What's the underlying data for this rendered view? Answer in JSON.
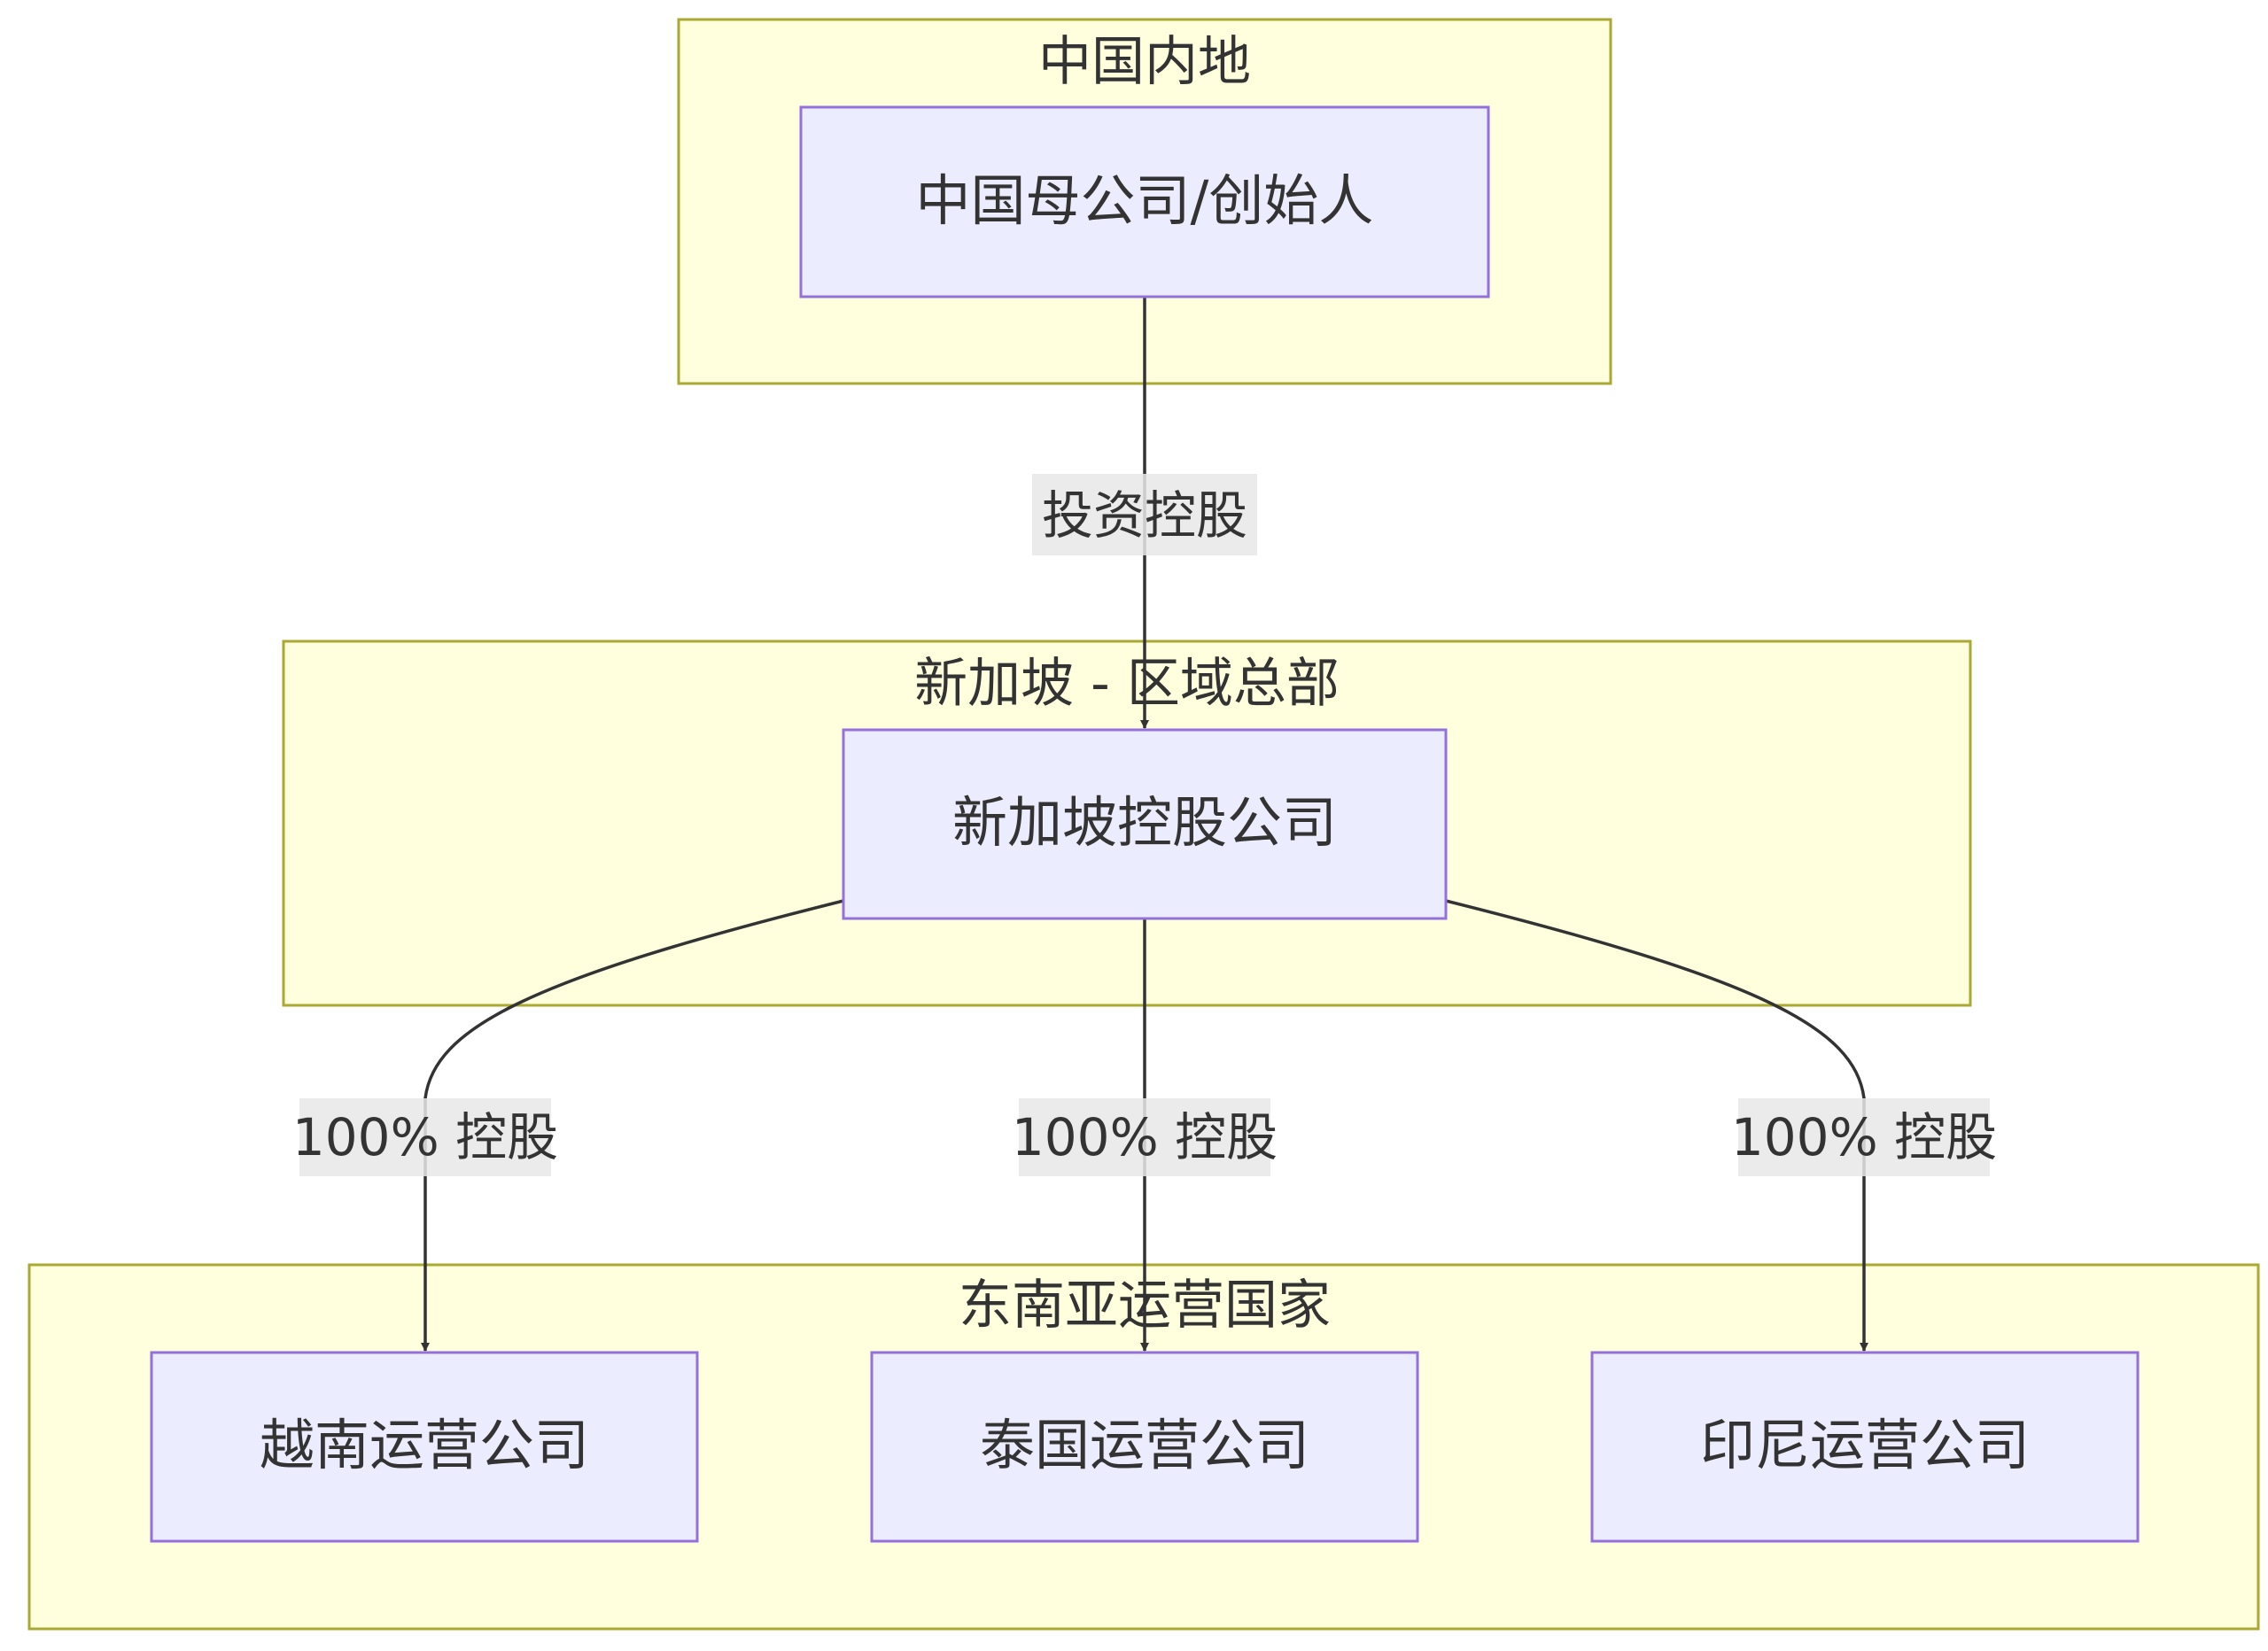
{
  "clusters": {
    "mainland": {
      "label": "中国内地"
    },
    "singapore": {
      "label": "新加坡 - 区域总部"
    },
    "sea": {
      "label": "东南亚运营国家"
    }
  },
  "nodes": {
    "parent": {
      "label": "中国母公司/创始人"
    },
    "sg_holding": {
      "label": "新加坡控股公司"
    },
    "vietnam": {
      "label": "越南运营公司"
    },
    "thailand": {
      "label": "泰国运营公司"
    },
    "indonesia": {
      "label": "印尼运营公司"
    }
  },
  "edges": {
    "invest": {
      "label": "投资控股"
    },
    "to_vietnam": {
      "label": "100% 控股"
    },
    "to_thailand": {
      "label": "100% 控股"
    },
    "to_indonesia": {
      "label": "100% 控股"
    }
  },
  "colors": {
    "cluster_fill": "#ffffde",
    "cluster_stroke": "#aaaa33",
    "node_fill": "#ececff",
    "node_stroke": "#9370db",
    "edge": "#333333"
  }
}
